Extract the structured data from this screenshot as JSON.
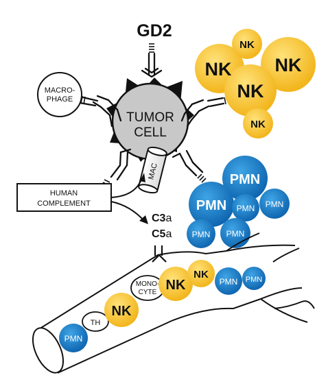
{
  "title": "GD2",
  "tumor": {
    "line1": "TUMOR",
    "line2": "CELL"
  },
  "macrophage": {
    "line1": "MACRO-",
    "line2": "PHAGE"
  },
  "complement": {
    "line1": "HUMAN",
    "line2": "COMPLEMENT"
  },
  "mac_label": "MAC",
  "products": {
    "c3": {
      "main": "C3",
      "sub": "a"
    },
    "c5": {
      "main": "C5",
      "sub": "a"
    }
  },
  "cells": {
    "nk": "NK",
    "pmn": "PMN",
    "th": "TH",
    "monocyte": {
      "line1": "MONO-",
      "line2": "CYTE"
    }
  },
  "colors": {
    "nk_yellow": "#F5C531",
    "nk_yellow_light": "#FFE58A",
    "pmn_blue": "#1E84C8",
    "pmn_blue_dark": "#0F5E9E",
    "tumor_gray": "#C8C8C8",
    "black": "#111111"
  }
}
